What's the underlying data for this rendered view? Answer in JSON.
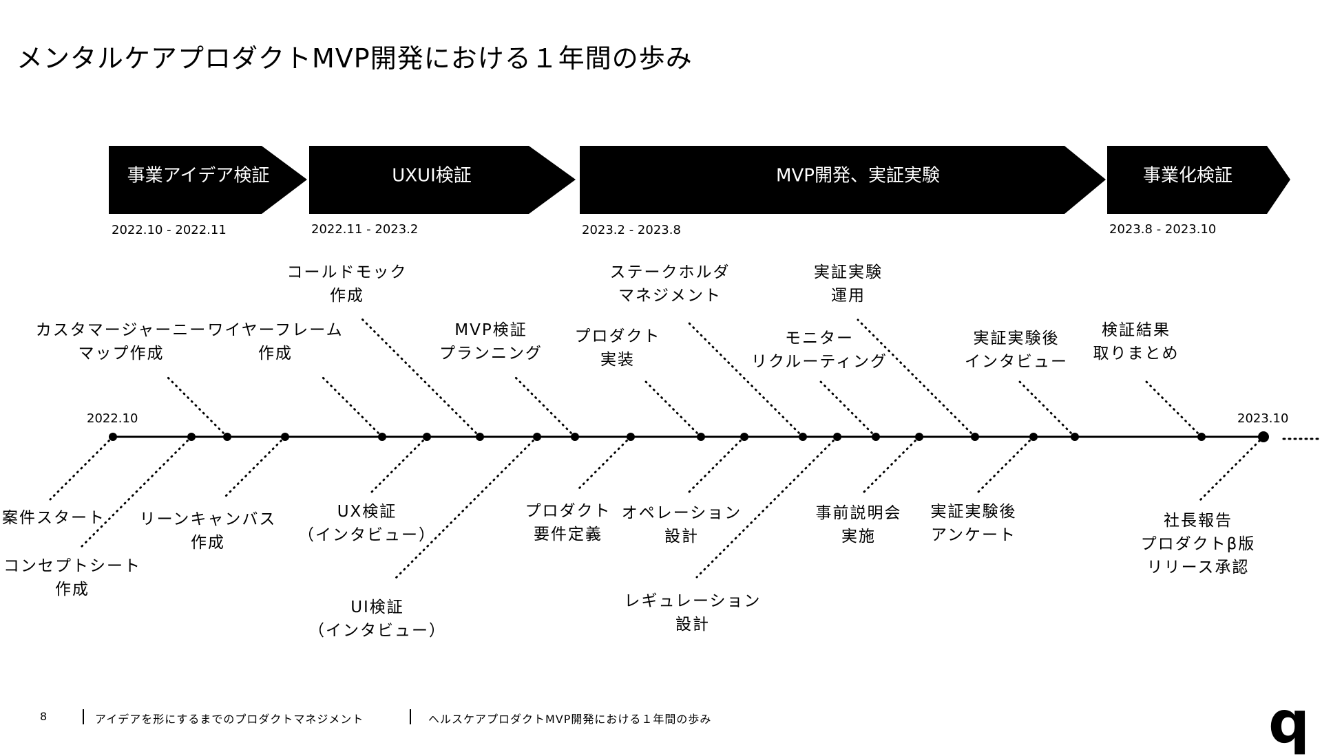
{
  "title": "メンタルケアプロダクトMVP開発における１年間の歩み",
  "phases": [
    {
      "label": "事業アイデア検証",
      "period": "2022.10 -  2022.11"
    },
    {
      "label": "UXUI検証",
      "period": "2022.11 -  2023.2"
    },
    {
      "label": "MVP開発、実証実験",
      "period": "2023.2 -  2023.8"
    },
    {
      "label": "事業化検証",
      "period": "2023.8 -  2023.10"
    }
  ],
  "timeline": {
    "start_label": "2022.10",
    "end_label": "2023.10"
  },
  "events_above": [
    {
      "line1": "カスタマージャーニー",
      "line2": "マップ作成"
    },
    {
      "line1": "ワイヤーフレーム",
      "line2": "作成"
    },
    {
      "line1": "コールドモック",
      "line2": "作成"
    },
    {
      "line1": "MVP検証",
      "line2": "プランニング"
    },
    {
      "line1": "プロダクト",
      "line2": "実装"
    },
    {
      "line1": "ステークホルダ",
      "line2": "マネジメント"
    },
    {
      "line1": "モニター",
      "line2": "リクルーティング"
    },
    {
      "line1": "実証実験",
      "line2": "運用"
    },
    {
      "line1": "実証実験後",
      "line2": "インタビュー"
    },
    {
      "line1": "検証結果",
      "line2": "取りまとめ"
    }
  ],
  "events_below": [
    {
      "line1": "案件スタート",
      "line2": ""
    },
    {
      "line1": "コンセプトシート",
      "line2": "作成"
    },
    {
      "line1": "リーンキャンバス",
      "line2": "作成"
    },
    {
      "line1": "UX検証",
      "line2": "（インタビュー）"
    },
    {
      "line1": "UI検証",
      "line2": "（インタビュー）"
    },
    {
      "line1": "プロダクト",
      "line2": "要件定義"
    },
    {
      "line1": "オペレーション",
      "line2": "設計"
    },
    {
      "line1": "レギュレーション",
      "line2": "設計"
    },
    {
      "line1": "事前説明会",
      "line2": "実施"
    },
    {
      "line1": "実証実験後",
      "line2": "アンケート"
    },
    {
      "line1": "社長報告",
      "line2": "プロダクトβ版",
      "line3": "リリース承認"
    }
  ],
  "footer": {
    "page_number": "8",
    "section": "アイデアを形にするまでのプロダクトマネジメント",
    "chapter": "ヘルスケアプロダクトMVP開発における１年間の歩み"
  },
  "logo": "q"
}
